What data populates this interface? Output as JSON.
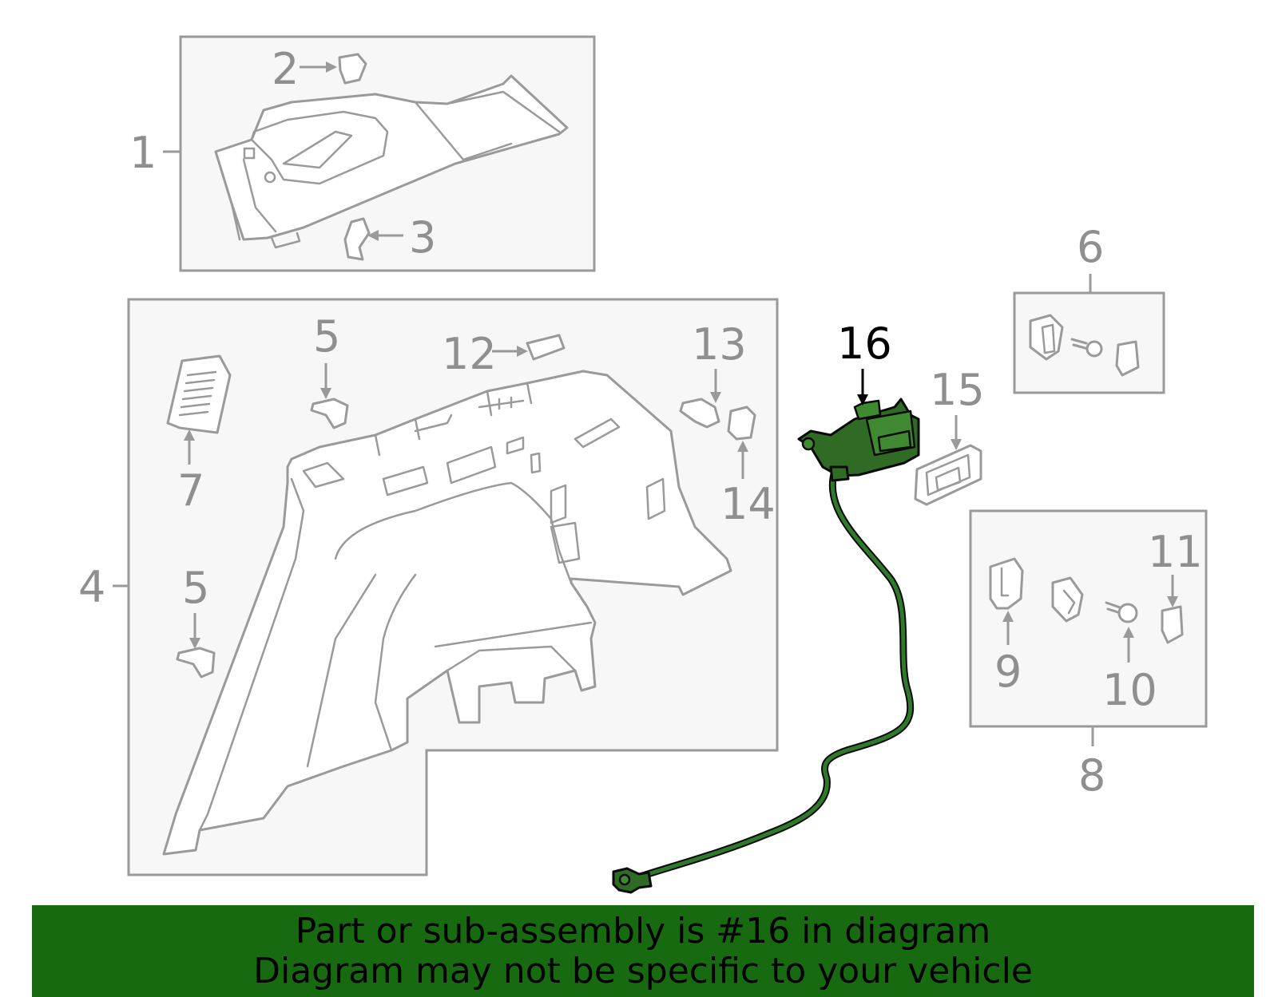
{
  "callouts": {
    "c1": "1",
    "c2": "2",
    "c3": "3",
    "c4": "4",
    "c5a": "5",
    "c5b": "5",
    "c6": "6",
    "c7": "7",
    "c8": "8",
    "c9": "9",
    "c10": "10",
    "c11": "11",
    "c12": "12",
    "c13": "13",
    "c14": "14",
    "c15": "15",
    "c16": "16"
  },
  "highlighted_part": "16",
  "colors": {
    "highlight": "#2f6b24",
    "banner": "#176a10",
    "line": "#9a9a9a"
  },
  "banner": {
    "line1": "Part or sub-assembly is #16 in diagram",
    "line2": "Diagram may not be specific to your vehicle"
  }
}
